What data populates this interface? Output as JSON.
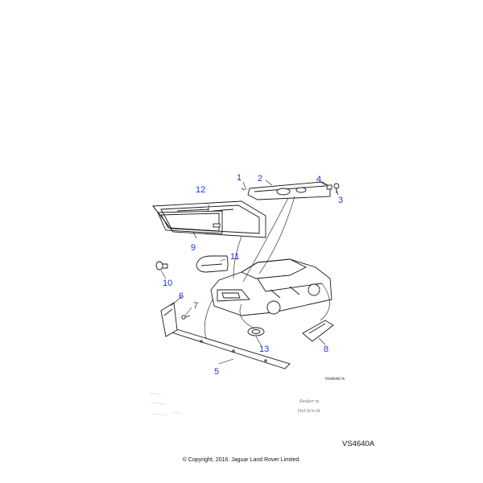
{
  "callouts": {
    "c1": "1",
    "c2": "2",
    "c3": "3",
    "c4": "4",
    "c5": "5",
    "c6": "6",
    "c7": "7",
    "c8": "8",
    "c9": "9",
    "c10": "10",
    "c11": "11",
    "c12": "12",
    "c13": "13"
  },
  "diagram_code_small": "VS4640/A",
  "diagram_code_large": "VS4640A",
  "handwritten_note": [
    "Sealer w",
    "Ovl 0/+ch"
  ],
  "copyright": "© Copyright, 2016. Jaguar Land Rover Limited.",
  "colors": {
    "callout": "#1f35d6",
    "ink": "#1a1a1a"
  }
}
